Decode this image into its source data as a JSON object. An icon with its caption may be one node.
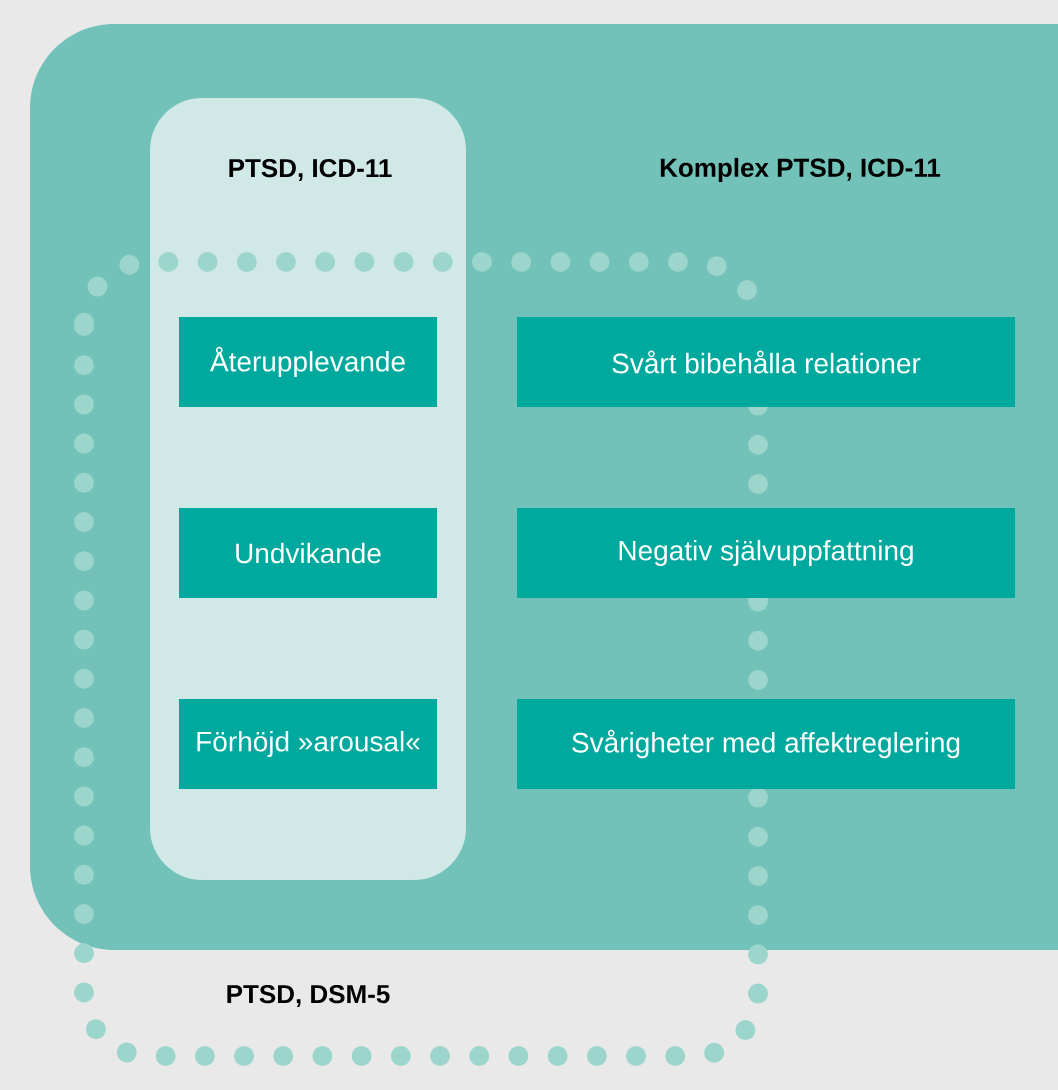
{
  "diagram": {
    "nodes": [
      {
        "text": [
          "Komplex PTSD, ICD-11"
        ]
      },
      {
        "text": [
          "PTSD, ICD-11"
        ],
        "in": 0
      },
      {
        "text": [
          "PTSD, DSM-5"
        ]
      },
      {
        "text": [
          "Återupplevande"
        ]
      },
      {
        "text": [
          "Svårt bibehålla relationer"
        ],
        "in": 0
      },
      {
        "text": [
          "Undvikande"
        ]
      },
      {
        "text": [
          "Negativ självuppfattning"
        ],
        "in": 0
      },
      {
        "text": [
          "Förhöjd »arousal«"
        ]
      },
      {
        "text": [
          "Svårigheter med affektreglering"
        ],
        "in": 0
      }
    ]
  }
}
